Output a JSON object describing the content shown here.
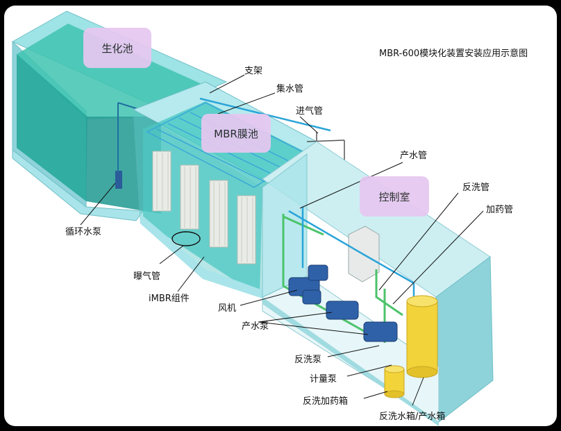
{
  "title": "MBR-600模块化装置安装应用示意图",
  "zones": {
    "bio_tank": "生化池",
    "mbr_tank": "MBR膜池",
    "control_room": "控制室"
  },
  "labels": {
    "support_frame": "支架",
    "water_collection_pipe": "集水管",
    "air_inlet_pipe": "进气管",
    "product_water_pipe": "产水管",
    "backwash_pipe": "反洗管",
    "dosing_pipe": "加药管",
    "circulation_pump": "循环水泵",
    "aeration_pipe": "曝气管",
    "imbr_module": "iMBR组件",
    "blower": "风机",
    "product_water_pump": "产水泵",
    "backwash_pump": "反洗泵",
    "metering_pump": "计量泵",
    "backwash_dosing_tank": "反洗加药箱",
    "backwash_product_tank": "反洗水箱/产水箱"
  },
  "colors": {
    "water": "#2fb7a7",
    "tank_wall": "#8fd3da",
    "frame_pipe": "#3aa7d8",
    "green_pipe": "#4cc36b",
    "equipment": "#2f61a8",
    "tank_yellow": "#f2d43a",
    "bubble": "#e7c7f0"
  }
}
